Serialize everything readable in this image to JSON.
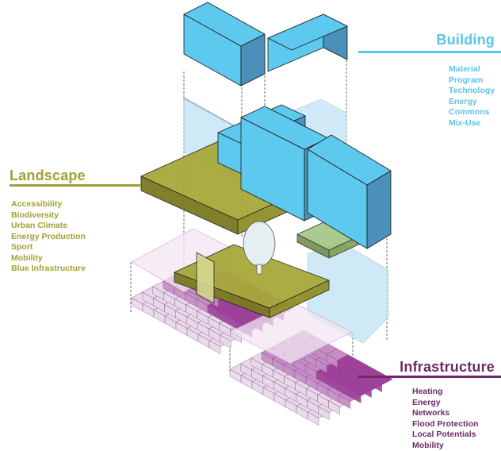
{
  "colors": {
    "building": "#5bc4e8",
    "landscape": "#a0a035",
    "infrastructure": "#6a2a64",
    "building_fill": "#5ec9ee",
    "building_side": "#4a90b8",
    "ghost_blue": "#bfe2f4",
    "olive_top": "#a8a83a",
    "olive_side": "#7a7a20",
    "purple_light": "#e8d8ea",
    "purple_mid": "#c58cc5",
    "purple_dark": "#a0409c"
  },
  "building": {
    "title": "Building",
    "items": [
      "Material",
      "Program",
      "Technology",
      "Energy",
      "Commons",
      "Mix-Use"
    ]
  },
  "landscape": {
    "title": "Landscape",
    "items": [
      "Accessibility",
      "Biodiversity",
      "Urban Climate",
      "Energy Production",
      "Sport",
      "Mobility",
      "Blue Infrastructure"
    ]
  },
  "infrastructure": {
    "title": "Infrastructure",
    "items": [
      "Heating",
      "Energy",
      "Networks",
      "Flood Protection",
      "Local Potentials",
      "Mobility"
    ]
  }
}
